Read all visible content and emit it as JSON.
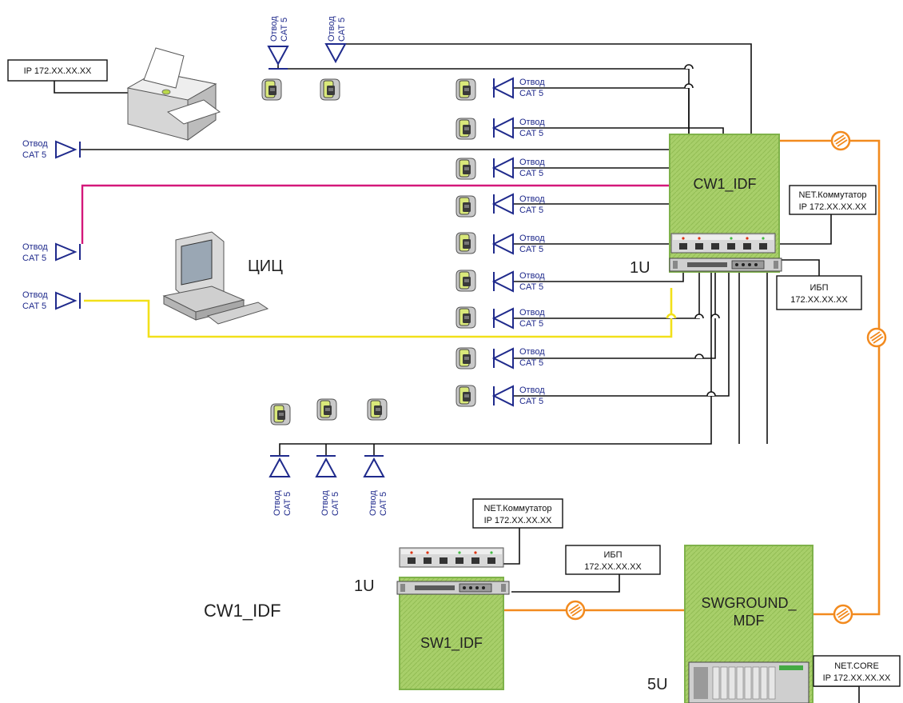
{
  "colors": {
    "line": "#111111",
    "magenta": "#d4187a",
    "yellow": "#f2e01a",
    "fiber": "#f28a1e",
    "connector_blue": "#1f2a8c",
    "rack_fill": "#a8cf6a",
    "rack_border": "#7fb24a"
  },
  "drop_label": {
    "line1": "Отвод",
    "line2": "CAT 5"
  },
  "top_left_box": {
    "text": "IP 172.XX.XX.XX"
  },
  "workstation_label": "ЦИЦ",
  "idf_rack": {
    "label": "CW1_IDF"
  },
  "idf_switch_box": {
    "line1": "NET.Коммутатор",
    "line2": "IP 172.XX.XX.XX"
  },
  "idf_ups_box": {
    "line1": "ИБП",
    "line2": "172.XX.XX.XX"
  },
  "idf_unit_label": "1U",
  "sw1": {
    "rack_label": "SW1_IDF",
    "switch_box": {
      "line1": "NET.Коммутатор",
      "line2": "IP 172.XX.XX.XX"
    },
    "ups_box": {
      "line1": "ИБП",
      "line2": "172.XX.XX.XX"
    },
    "unit_label": "1U"
  },
  "legend_title": "CW1_IDF",
  "mdf": {
    "rack_label_line1": "SWGROUND_",
    "rack_label_line2": "MDF",
    "unit_label": "5U",
    "core_box": {
      "line1": "NET.CORE",
      "line2": "IP 172.XX.XX.XX"
    }
  },
  "icons": {
    "printer": "printer-icon",
    "computer": "computer-icon",
    "wall_outlet": "wall-outlet-icon",
    "drop_connector": "drop-connector-icon",
    "fiber_splice": "fiber-splice-icon",
    "switch": "switch-icon",
    "ups": "ups-icon",
    "core_chassis": "core-chassis-icon"
  }
}
